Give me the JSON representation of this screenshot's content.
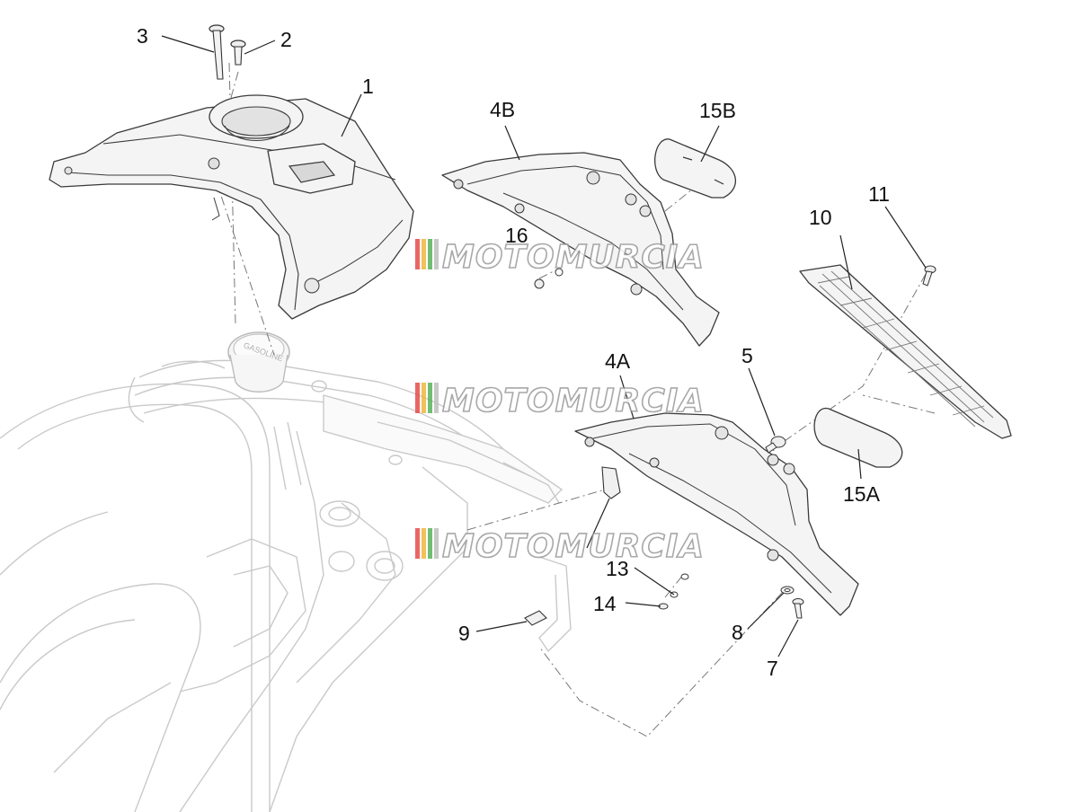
{
  "watermark": {
    "text": "MOTOMURCIA",
    "stripe_colors": [
      "#e64b4b",
      "#f2b53c",
      "#58b35a",
      "#c0c0c0"
    ]
  },
  "callouts": {
    "c1": "1",
    "c2": "2",
    "c3": "3",
    "c4A": "4A",
    "c4B": "4B",
    "c5": "5",
    "c7": "7",
    "c8": "8",
    "c9": "9",
    "c10": "10",
    "c11": "11",
    "c13": "13",
    "c14": "14",
    "c15A": "15A",
    "c15B": "15B",
    "c16": "16"
  },
  "decals": {
    "fuel_cap": "GASOLINE"
  }
}
